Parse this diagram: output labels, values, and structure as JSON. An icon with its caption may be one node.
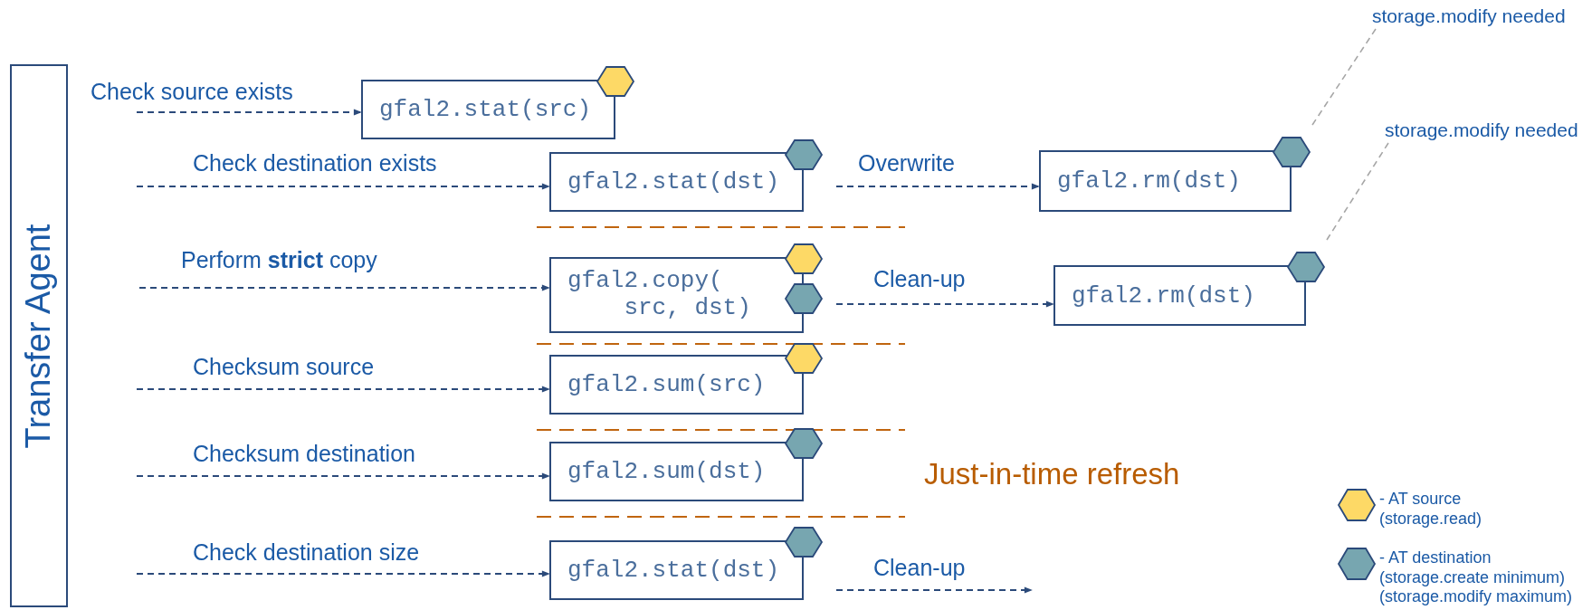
{
  "diagram": {
    "nodes": [
      {
        "text": [
          "Transfer Agent"
        ]
      },
      {
        "text": [
          "gfal2.stat(src)"
        ]
      },
      {
        "text": [
          "gfal2.stat(dst)"
        ]
      },
      {
        "text": [
          "gfal2.rm(dst)"
        ]
      },
      {
        "text": [
          "gfal2.copy( src, dst)"
        ]
      },
      {
        "text": [
          "gfal2.rm(dst)"
        ]
      },
      {
        "text": [
          "gfal2.sum(src)"
        ]
      },
      {
        "text": [
          "gfal2.sum(dst)"
        ]
      },
      {
        "text": [
          "gfal2.stat(dst)"
        ]
      },
      {
        "text": [
          "storage.modify needed"
        ]
      },
      {
        "text": [
          "storage.modify needed"
        ]
      }
    ],
    "edges": [
      {
        "from": null,
        "to": 1,
        "arrow": "to",
        "label": "Check source exists",
        "style": "dashed"
      },
      {
        "from": null,
        "to": 2,
        "arrow": "to",
        "label": "Check destination exists",
        "style": "dashed"
      },
      {
        "from": 2,
        "to": 3,
        "arrow": "to",
        "label": "Overwrite",
        "style": "dashed"
      },
      {
        "from": null,
        "to": 4,
        "arrow": "to",
        "label": "Perform **strict** copy",
        "style": "dashed"
      },
      {
        "from": 4,
        "to": 5,
        "arrow": "to",
        "label": "Clean-up",
        "style": "dashed"
      },
      {
        "from": null,
        "to": 6,
        "arrow": "to",
        "label": "Checksum source",
        "style": "dashed"
      },
      {
        "from": null,
        "to": 7,
        "arrow": "to",
        "label": "Checksum destination",
        "style": "dashed"
      },
      {
        "from": null,
        "to": 8,
        "arrow": "to",
        "label": "Check destination size",
        "style": "dashed"
      },
      {
        "from": 8,
        "to": null,
        "arrow": "to",
        "label": "Clean-up",
        "style": "dashed"
      },
      {
        "from": 9,
        "to": 3,
        "arrow": "none",
        "style": "dashed",
        "color": "#a6a6a6"
      },
      {
        "from": 10,
        "to": 5,
        "arrow": "none",
        "style": "dashed",
        "color": "#a6a6a6"
      }
    ],
    "labels": [
      "Just-in-time refresh"
    ],
    "legend": [
      {
        "text": "- AT source (storage.read)",
        "color": "#fdd966"
      },
      {
        "text": "- AT destination (storage.create minimum) (storage.modify maximum)",
        "color": "#77a6b0"
      }
    ]
  }
}
